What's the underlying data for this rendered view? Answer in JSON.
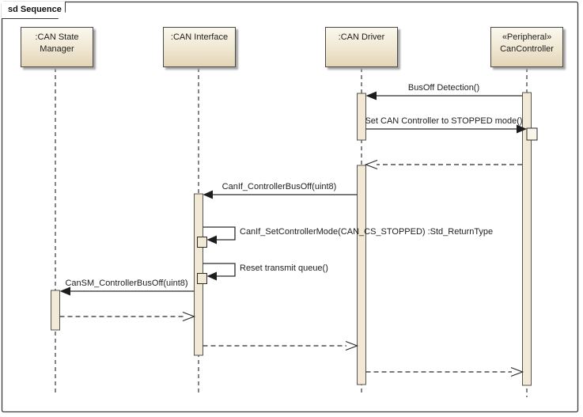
{
  "frame": {
    "title": "sd Sequence"
  },
  "participants": [
    {
      "name": ":CAN State Manager"
    },
    {
      "name": ":CAN Interface"
    },
    {
      "name": ":CAN Driver"
    },
    {
      "stereotype": "«Peripheral»",
      "name": "CanController"
    }
  ],
  "messages": [
    {
      "label": "BusOff Detection()",
      "type": "sync",
      "from": "«Peripheral» CanController",
      "to": ":CAN Driver"
    },
    {
      "label": "Set CAN Controller to STOPPED mode()",
      "type": "sync",
      "from": ":CAN Driver",
      "to": "«Peripheral» CanController"
    },
    {
      "label": "",
      "type": "return",
      "from": "«Peripheral» CanController",
      "to": ":CAN Driver"
    },
    {
      "label": "CanIf_ControllerBusOff(uint8)",
      "type": "sync",
      "from": ":CAN Driver",
      "to": ":CAN Interface"
    },
    {
      "label": "CanIf_SetControllerMode(CAN_CS_STOPPED) :Std_ReturnType",
      "type": "self",
      "from": ":CAN Interface",
      "to": ":CAN Interface"
    },
    {
      "label": "Reset transmit queue()",
      "type": "self",
      "from": ":CAN Interface",
      "to": ":CAN Interface"
    },
    {
      "label": "CanSM_ControllerBusOff(uint8)",
      "type": "sync",
      "from": ":CAN Interface",
      "to": ":CAN State Manager"
    },
    {
      "label": "",
      "type": "return",
      "from": ":CAN State Manager",
      "to": ":CAN Interface"
    },
    {
      "label": "",
      "type": "return",
      "from": ":CAN Interface",
      "to": ":CAN Driver"
    },
    {
      "label": "",
      "type": "return",
      "from": ":CAN Driver",
      "to": "«Peripheral» CanController"
    }
  ],
  "colors": {
    "activation_fill": "#f2e8d6",
    "nested_activation_fill": "#faf5e9",
    "box_fill_top": "#fbf8ee",
    "box_fill_bottom": "#e2d4b6",
    "line": "#2b2b2b",
    "frame_border": "#3a3a3a",
    "background": "#ffffff"
  }
}
